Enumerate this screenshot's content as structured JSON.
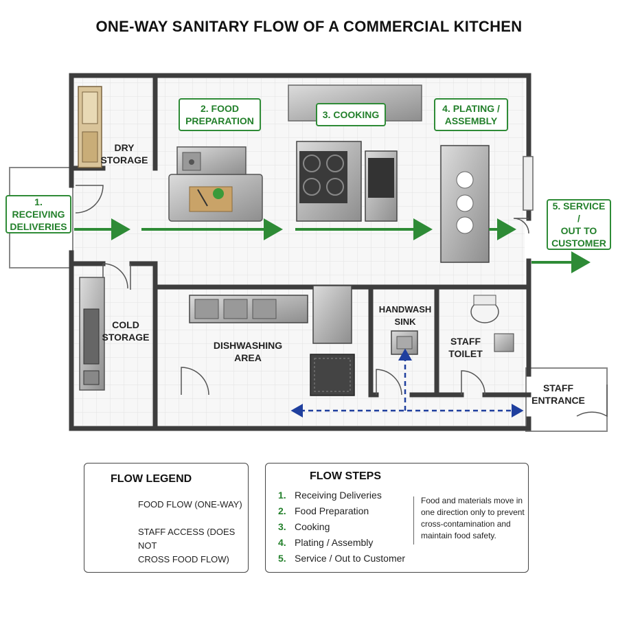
{
  "title": "ONE-WAY SANITARY FLOW OF A COMMERCIAL KITCHEN",
  "rooms": {
    "dry_storage": "DRY\nSTORAGE",
    "cold_storage": "COLD\nSTORAGE",
    "dishwashing": "DISHWASHING\nAREA",
    "handwash": "HANDWASH\nSINK",
    "staff_toilet": "STAFF\nTOILET",
    "staff_entrance": "STAFF\nENTRANCE"
  },
  "steps": {
    "receiving": "1. RECEIVING\nDELIVERIES",
    "food_prep": "2. FOOD\nPREPARATION",
    "cooking": "3. COOKING",
    "plating": "4. PLATING /\nASSEMBLY",
    "service": "5. SERVICE /\nOUT TO\nCUSTOMER"
  },
  "legend": {
    "title": "FLOW LEGEND",
    "food_flow": "FOOD FLOW (ONE-WAY)",
    "staff_access": "STAFF ACCESS (DOES NOT\nCROSS FOOD FLOW)",
    "food_color": "#2e8b36",
    "staff_color": "#1f3f9e"
  },
  "flow_steps": {
    "title": "FLOW STEPS",
    "items": [
      {
        "num": "1.",
        "label": "Receiving Deliveries"
      },
      {
        "num": "2.",
        "label": "Food Preparation"
      },
      {
        "num": "3.",
        "label": "Cooking"
      },
      {
        "num": "4.",
        "label": "Plating / Assembly"
      },
      {
        "num": "5.",
        "label": "Service / Out to Customer"
      }
    ],
    "note": "Food and materials move in one direction only to prevent cross-contamination and maintain food safety."
  }
}
